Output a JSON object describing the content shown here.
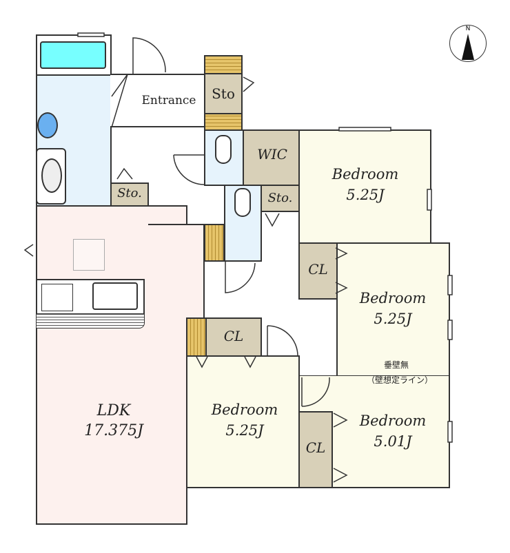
{
  "rooms": {
    "entrance": "Entrance",
    "sto_top": "Sto",
    "wic": "WIC",
    "sto_left": "Sto.",
    "sto_center": "Sto.",
    "bedroom_ne": {
      "name": "Bedroom",
      "size": "5.25J"
    },
    "bedroom_e": {
      "name": "Bedroom",
      "size": "5.25J"
    },
    "bedroom_s": {
      "name": "Bedroom",
      "size": "5.25J"
    },
    "bedroom_se": {
      "name": "Bedroom",
      "size": "5.01J"
    },
    "ldk": {
      "name": "LDK",
      "size": "17.375J"
    },
    "cl_e": "CL",
    "cl_s": "CL",
    "cl_se": "CL"
  },
  "notes": {
    "line1": "垂壁無",
    "line2": "（壁想定ライン）"
  },
  "compass": "N"
}
